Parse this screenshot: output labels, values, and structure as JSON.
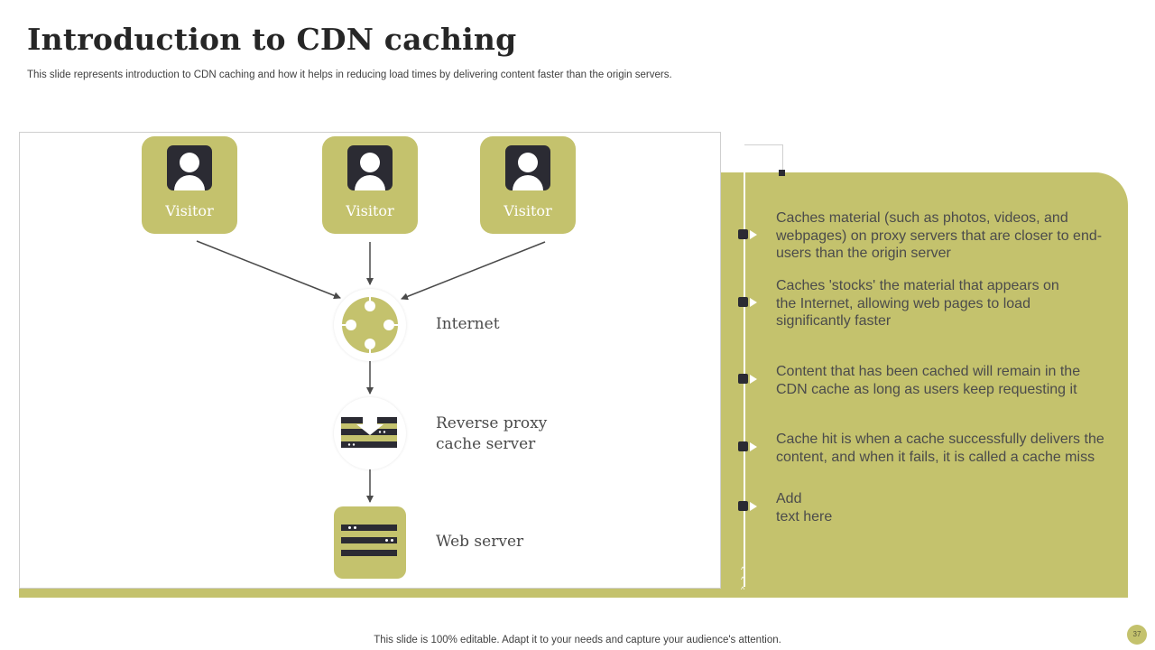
{
  "slide": {
    "title": "Introduction to CDN caching",
    "subtitle": "This slide represents introduction to CDN caching and how it helps in reducing load times by delivering content faster than the origin servers.",
    "footer": "This slide is 100% editable. Adapt it to your needs and capture your audience's attention.",
    "page_number": "37"
  },
  "diagram": {
    "visitors": [
      {
        "label": "Visitor",
        "icon": "user-icon"
      },
      {
        "label": "Visitor",
        "icon": "user-icon"
      },
      {
        "label": "Visitor",
        "icon": "user-icon"
      }
    ],
    "internet": {
      "label": "Internet",
      "icon": "network-icon"
    },
    "proxy": {
      "label_line1": "Reverse proxy",
      "label_line2": "cache server",
      "icon": "cache-server-icon"
    },
    "web_server": {
      "label": "Web server",
      "icon": "server-icon"
    }
  },
  "points": [
    {
      "text": "Caches material (such as photos, videos, and\nwebpages) on proxy servers that are closer to end-\nusers than the origin server"
    },
    {
      "text": "Caches 'stocks' the material that appears on\nthe Internet,  allowing web pages to load\nsignificantly faster"
    },
    {
      "text": "Content that has been cached will remain in the\nCDN cache as long as users keep requesting it"
    },
    {
      "text": "Cache hit is when a cache successfully delivers the\ncontent, and when it fails, it is called a cache miss"
    },
    {
      "text": "Add\ntext here"
    }
  ],
  "theme": {
    "accent": "#c4c26d",
    "dark": "#2b2b33"
  }
}
